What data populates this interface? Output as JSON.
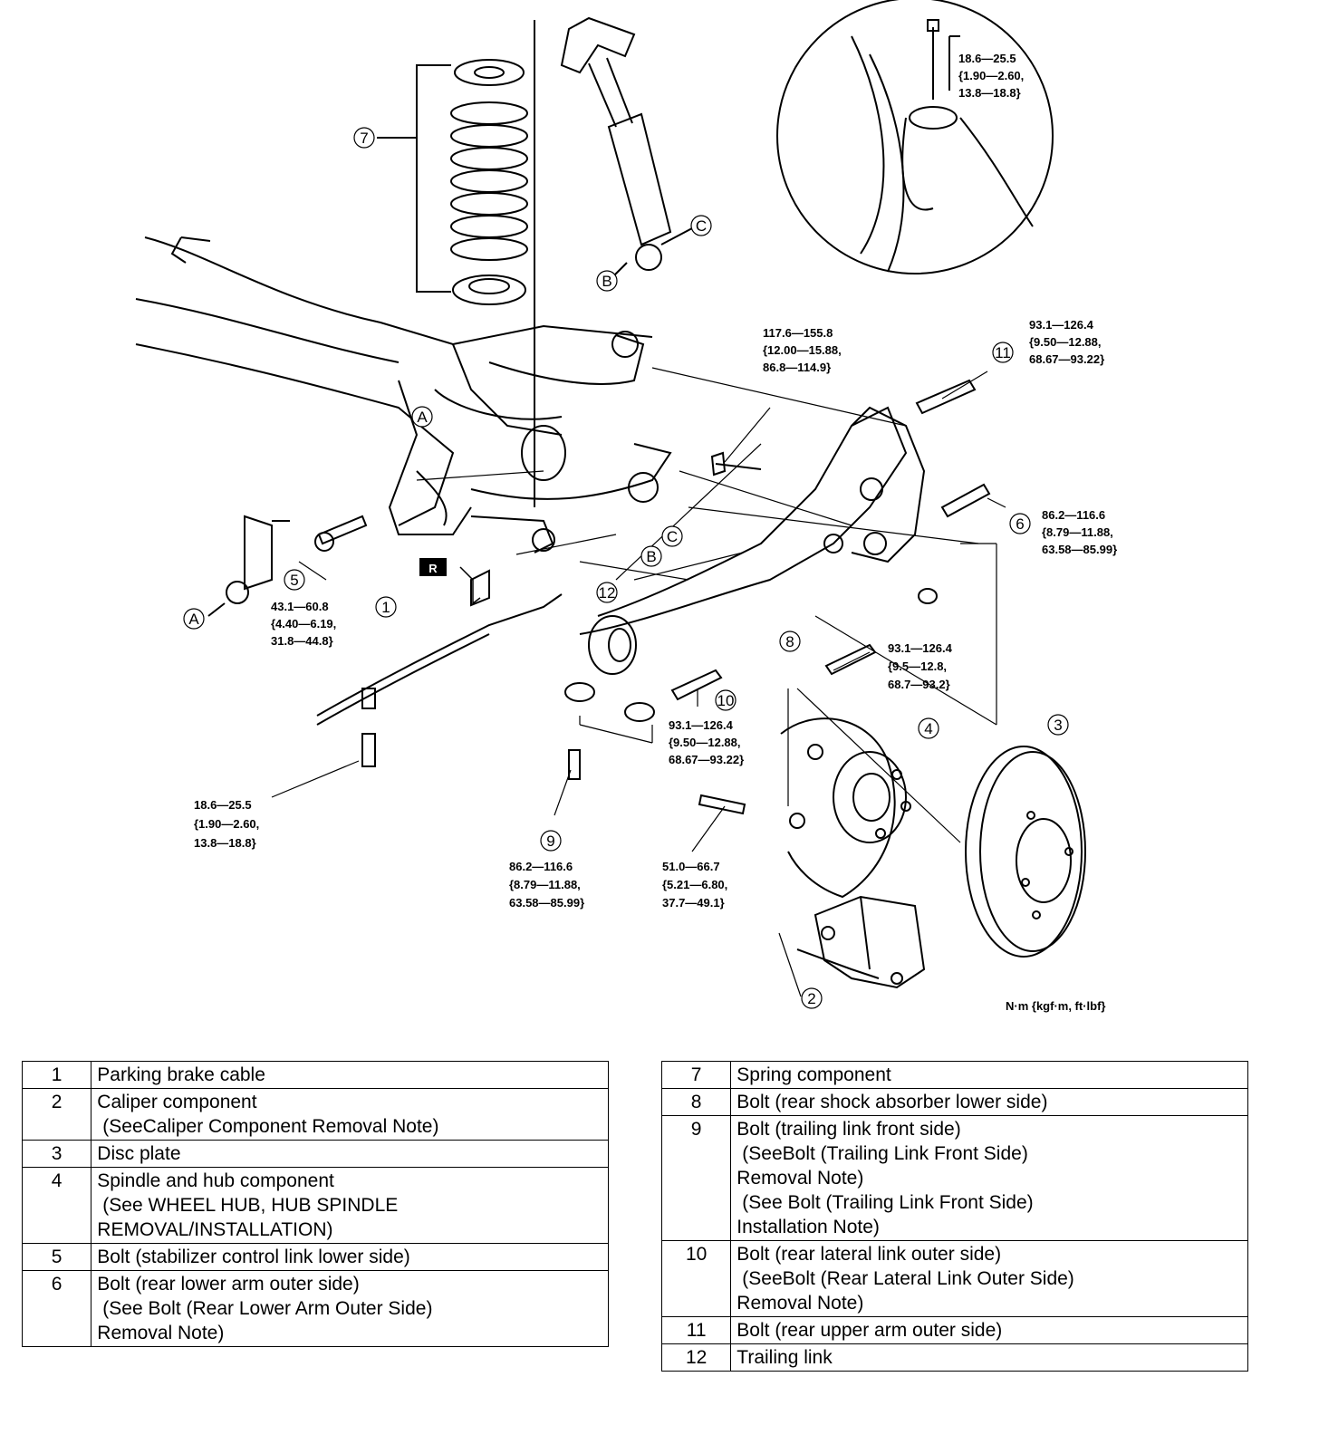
{
  "unit_label": "N·m {kgf·m, ft·lbf}",
  "diagram": {
    "service_mark": "R",
    "letters": [
      "A",
      "A",
      "B",
      "B",
      "C",
      "C"
    ],
    "torque_specs": {
      "t_parking_top": [
        "18.6—25.5",
        "{1.90—2.60,",
        "13.8—18.8}"
      ],
      "t_upper": [
        "117.6—155.8",
        "{12.00—15.88,",
        "86.8—114.9}"
      ],
      "t_11": [
        "93.1—126.4",
        "{9.50—12.88,",
        "68.67—93.22}"
      ],
      "t_6": [
        "86.2—116.6",
        "{8.79—11.88,",
        "63.58—85.99}"
      ],
      "t_5": [
        "43.1—60.8",
        "{4.40—6.19,",
        "31.8—44.8}"
      ],
      "t_8": [
        "93.1—126.4",
        "{9.5—12.8,",
        "68.7—93.2}"
      ],
      "t_10": [
        "93.1—126.4",
        "{9.50—12.88,",
        "68.67—93.22}"
      ],
      "t_cable_bolt": [
        "18.6—25.5",
        "{1.90—2.60,",
        "13.8—18.8}"
      ],
      "t_9": [
        "86.2—116.6",
        "{8.79—11.88,",
        "63.58—85.99}"
      ],
      "t_spindle": [
        "51.0—66.7",
        "{5.21—6.80,",
        "37.7—49.1}"
      ]
    }
  },
  "parts_left": [
    {
      "no": "1",
      "lines": [
        "Parking brake cable"
      ]
    },
    {
      "no": "2",
      "lines": [
        "Caliper component",
        " (SeeCaliper Component Removal Note)"
      ]
    },
    {
      "no": "3",
      "lines": [
        "Disc plate"
      ]
    },
    {
      "no": "4",
      "lines": [
        "Spindle and hub component",
        " (See WHEEL HUB, HUB SPINDLE",
        "REMOVAL/INSTALLATION)"
      ]
    },
    {
      "no": "5",
      "lines": [
        "Bolt (stabilizer control link lower side)"
      ]
    },
    {
      "no": "6",
      "lines": [
        "Bolt (rear lower arm outer side)",
        " (See Bolt (Rear Lower Arm Outer Side)",
        "Removal Note)"
      ]
    }
  ],
  "parts_right": [
    {
      "no": "7",
      "lines": [
        "Spring component"
      ]
    },
    {
      "no": "8",
      "lines": [
        "Bolt (rear shock absorber lower side)"
      ]
    },
    {
      "no": "9",
      "lines": [
        "Bolt (trailing link front side)",
        " (SeeBolt (Trailing Link Front Side)",
        "Removal Note)",
        " (See Bolt (Trailing Link Front Side)",
        "Installation Note)"
      ]
    },
    {
      "no": "10",
      "lines": [
        "Bolt (rear lateral link outer side)",
        " (SeeBolt (Rear Lateral Link Outer Side)",
        "Removal Note)"
      ]
    },
    {
      "no": "11",
      "lines": [
        "Bolt (rear upper arm outer side)"
      ]
    },
    {
      "no": "12",
      "lines": [
        "Trailing link"
      ]
    }
  ]
}
